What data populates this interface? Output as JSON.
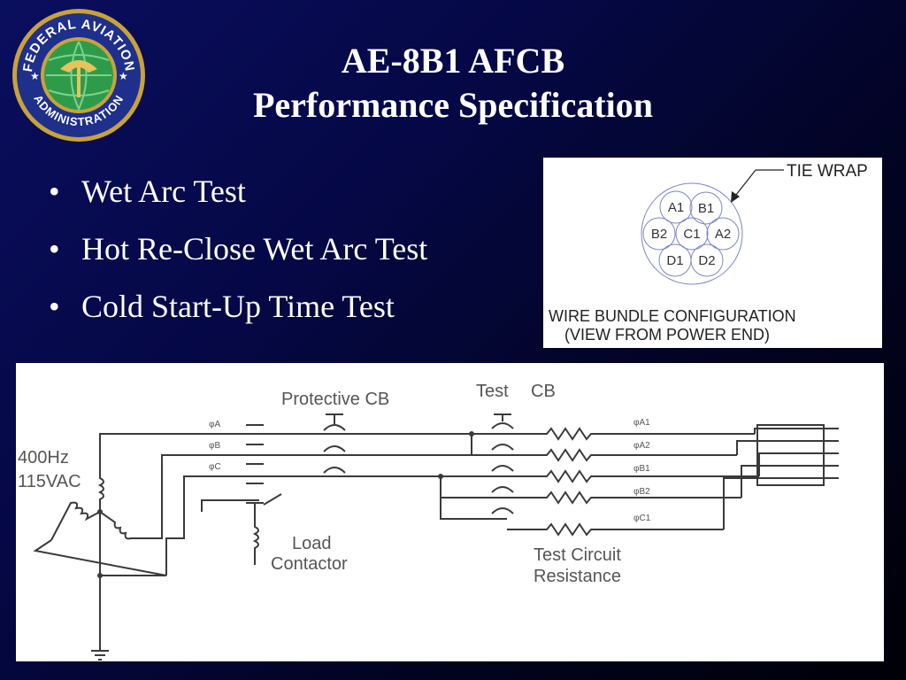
{
  "logo": {
    "text_top": "FEDERAL AVIATION",
    "text_bottom": "ADMINISTRATION",
    "colors": {
      "ring": "#1e2f8c",
      "gold": "#c9a23a",
      "globe": "#2e9b4a"
    }
  },
  "title": {
    "line1": "AE-8B1 AFCB",
    "line2": "Performance Specification"
  },
  "bullets": [
    "Wet Arc Test",
    "Hot Re-Close Wet Arc Test",
    "Cold Start-Up Time Test"
  ],
  "bundle_diagram": {
    "tie_wrap_label": "TIE WRAP",
    "wires": {
      "a1": "A1",
      "b1": "B1",
      "b2": "B2",
      "c1": "C1",
      "a2": "A2",
      "d1": "D1",
      "d2": "D2"
    },
    "caption_line1": "WIRE BUNDLE CONFIGURATION",
    "caption_line2": "(VIEW FROM POWER END)"
  },
  "circuit_diagram": {
    "source_label_1": "400Hz",
    "source_label_2": "115VAC",
    "protective_cb_label": "Protective CB",
    "test_label": "Test",
    "cb_label": "CB",
    "phase_labels": {
      "a": "φA",
      "b": "φB",
      "c": "φC"
    },
    "wire_labels": {
      "a1": "φA1",
      "a2": "φA2",
      "b1": "φB1",
      "b2": "φB2",
      "c1": "φC1"
    },
    "load_contactor_1": "Load",
    "load_contactor_2": "Contactor",
    "test_circuit_1": "Test Circuit",
    "test_circuit_2": "Resistance"
  }
}
